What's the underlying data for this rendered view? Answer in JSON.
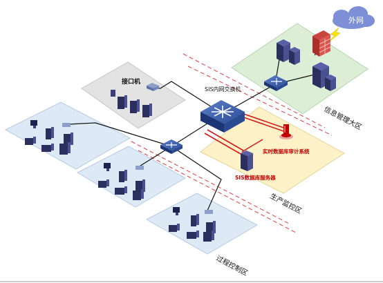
{
  "cloud_label": "外网",
  "zones": {
    "info_mgmt": "信息管理大区",
    "production": "生产监控区",
    "process": "过程控制区"
  },
  "nodes": {
    "interface_machine": "接口机",
    "sis_switch": "SIS内网交换机",
    "audit_system": "实时数据库审计系统",
    "db_server": "SIS数据库服务器"
  },
  "colors": {
    "info_zone": "#dcefd6",
    "production_zone": "#fdf1c8",
    "process_zone": "#dde9f4",
    "interface_zone": "#e3e3e3",
    "switch": "#1f3f86",
    "audit": "#c00000",
    "cloud": "#7d8fd6",
    "divider": "#e23c3c"
  }
}
